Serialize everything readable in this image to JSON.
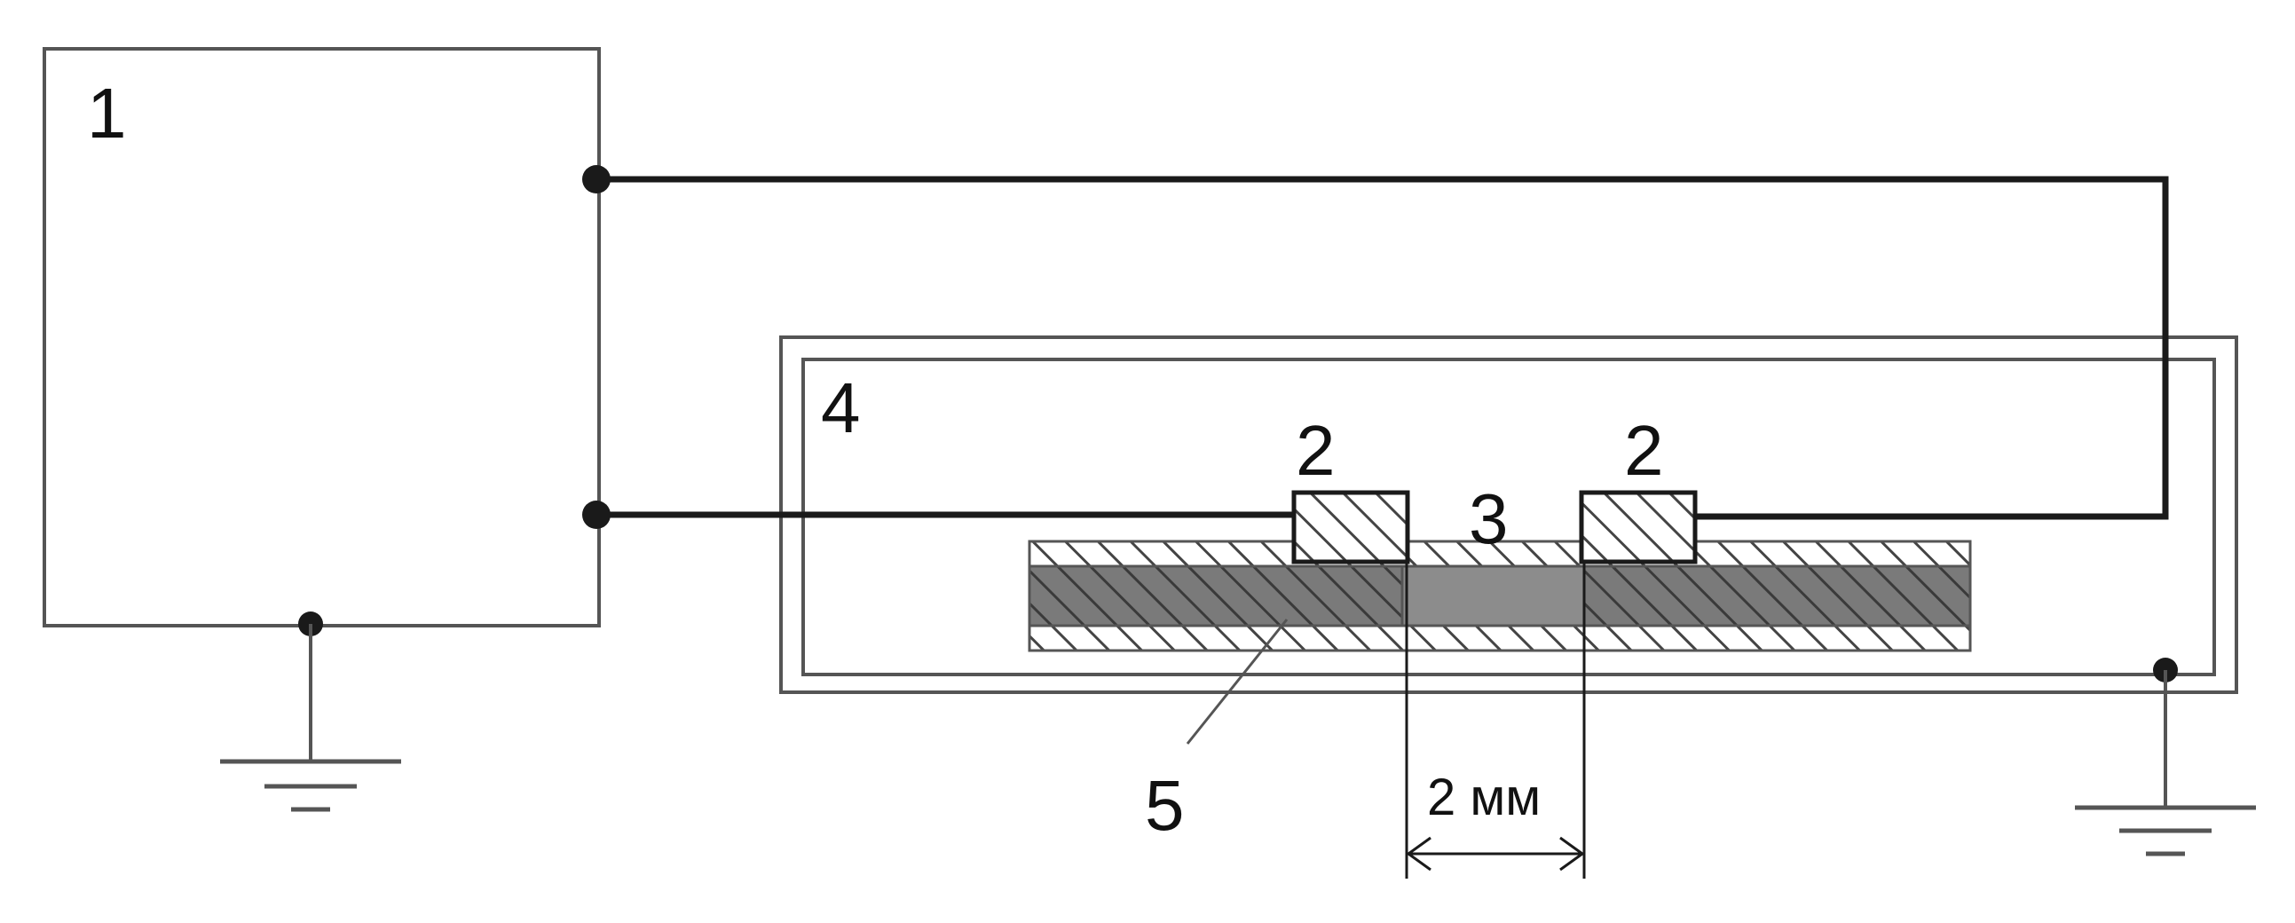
{
  "labels": {
    "source": "1",
    "electrode_left": "2",
    "electrode_right": "2",
    "gap": "3",
    "chamber": "4",
    "sample": "5",
    "gap_dimension": "2 мм"
  },
  "colors": {
    "line": "#1a1a1a",
    "thin_line": "#555555",
    "hatch": "#444444",
    "sample_fill": "#7a7a7a",
    "gap_fill": "#8c8c8c",
    "dimension_text": "#e0472b"
  }
}
